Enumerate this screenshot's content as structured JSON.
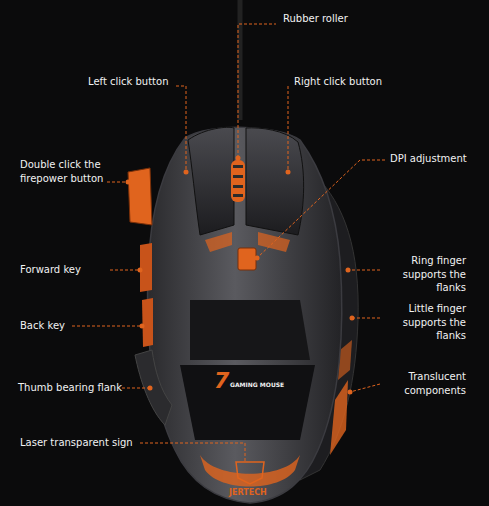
{
  "diagram": {
    "labels": [
      "Rubber roller",
      "Left click button",
      "Right click button",
      "Double click the firepower button",
      "DPI adjustment",
      "Ring finger supports the flanks",
      "Forward key",
      "Little finger supports the flanks",
      "Back key",
      "Translucent components",
      "Thumb bearing flank",
      "Laser transparent sign",
      "7",
      "GAMING MOUSE",
      "JERTECH"
    ]
  }
}
